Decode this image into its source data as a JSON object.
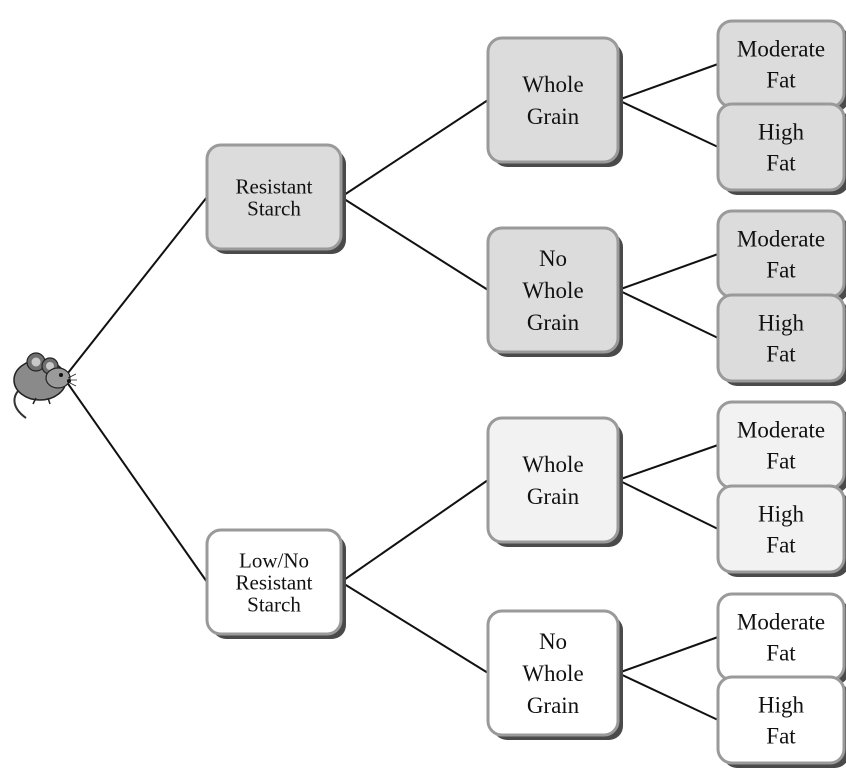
{
  "colors": {
    "shade_dark": "#dcdcdc",
    "shade_light": "#f2f2f2",
    "white": "#ffffff",
    "border": "#9a9a9a",
    "shadow": "#4a4a4a",
    "line": "#111111"
  },
  "root": {
    "icon": "mouse-icon"
  },
  "tree": {
    "level1": [
      {
        "label": [
          "Resistant",
          "Starch"
        ],
        "shade": "shade_dark",
        "children": [
          {
            "label": [
              "Whole",
              "Grain"
            ],
            "shade": "shade_dark",
            "children": [
              {
                "label": [
                  "Moderate",
                  "Fat"
                ],
                "shade": "shade_dark"
              },
              {
                "label": [
                  "High",
                  "Fat"
                ],
                "shade": "shade_dark"
              }
            ]
          },
          {
            "label": [
              "No",
              "Whole",
              "Grain"
            ],
            "shade": "shade_dark",
            "children": [
              {
                "label": [
                  "Moderate",
                  "Fat"
                ],
                "shade": "shade_dark"
              },
              {
                "label": [
                  "High",
                  "Fat"
                ],
                "shade": "shade_dark"
              }
            ]
          }
        ]
      },
      {
        "label": [
          "Low/No",
          "Resistant",
          "Starch"
        ],
        "shade": "white",
        "children": [
          {
            "label": [
              "Whole",
              "Grain"
            ],
            "shade": "shade_light",
            "children": [
              {
                "label": [
                  "Moderate",
                  "Fat"
                ],
                "shade": "shade_light"
              },
              {
                "label": [
                  "High",
                  "Fat"
                ],
                "shade": "shade_light"
              }
            ]
          },
          {
            "label": [
              "No",
              "Whole",
              "Grain"
            ],
            "shade": "white",
            "children": [
              {
                "label": [
                  "Moderate",
                  "Fat"
                ],
                "shade": "white"
              },
              {
                "label": [
                  "High",
                  "Fat"
                ],
                "shade": "white"
              }
            ]
          }
        ]
      }
    ]
  }
}
